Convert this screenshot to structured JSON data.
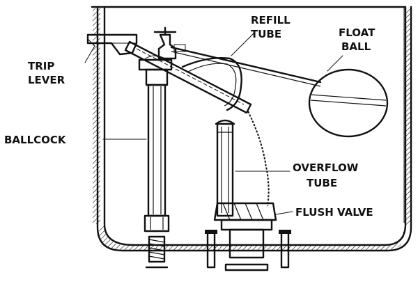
{
  "labels": {
    "refill_tube": [
      "REFILL",
      "TUBE"
    ],
    "float_ball": [
      "FLOAT",
      "BALL"
    ],
    "trip_lever": [
      "TRIP",
      "LEVER"
    ],
    "ballcock": "BALLCOCK",
    "overflow_tube": [
      "OVERFLOW",
      "TUBE"
    ],
    "flush_valve": "FLUSH VALVE"
  },
  "colors": {
    "ink": "#111111",
    "paper": "#ffffff"
  }
}
